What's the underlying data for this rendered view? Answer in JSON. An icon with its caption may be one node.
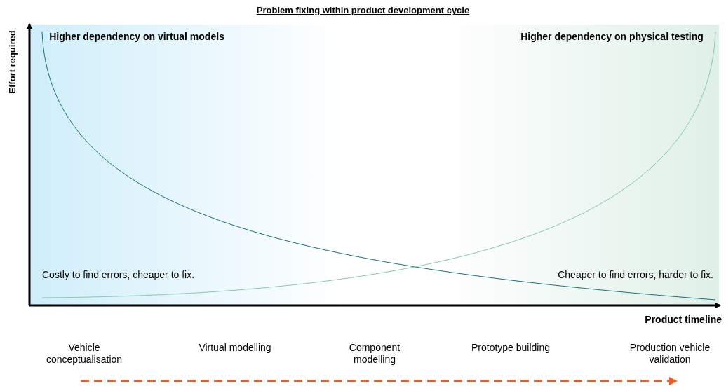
{
  "diagram": {
    "title": "Problem fixing within product development cycle",
    "labels": [
      "Effort required",
      "Higher dependency on virtual models",
      "Higher dependency on physical testing",
      "Costly to find errors, cheaper to fix.",
      "Cheaper to find errors, harder to fix.",
      "Product timeline",
      "Vehicle conceptualisation",
      "Virtual modelling",
      "Component modelling",
      "Prototype building",
      "Production vehicle validation"
    ]
  }
}
